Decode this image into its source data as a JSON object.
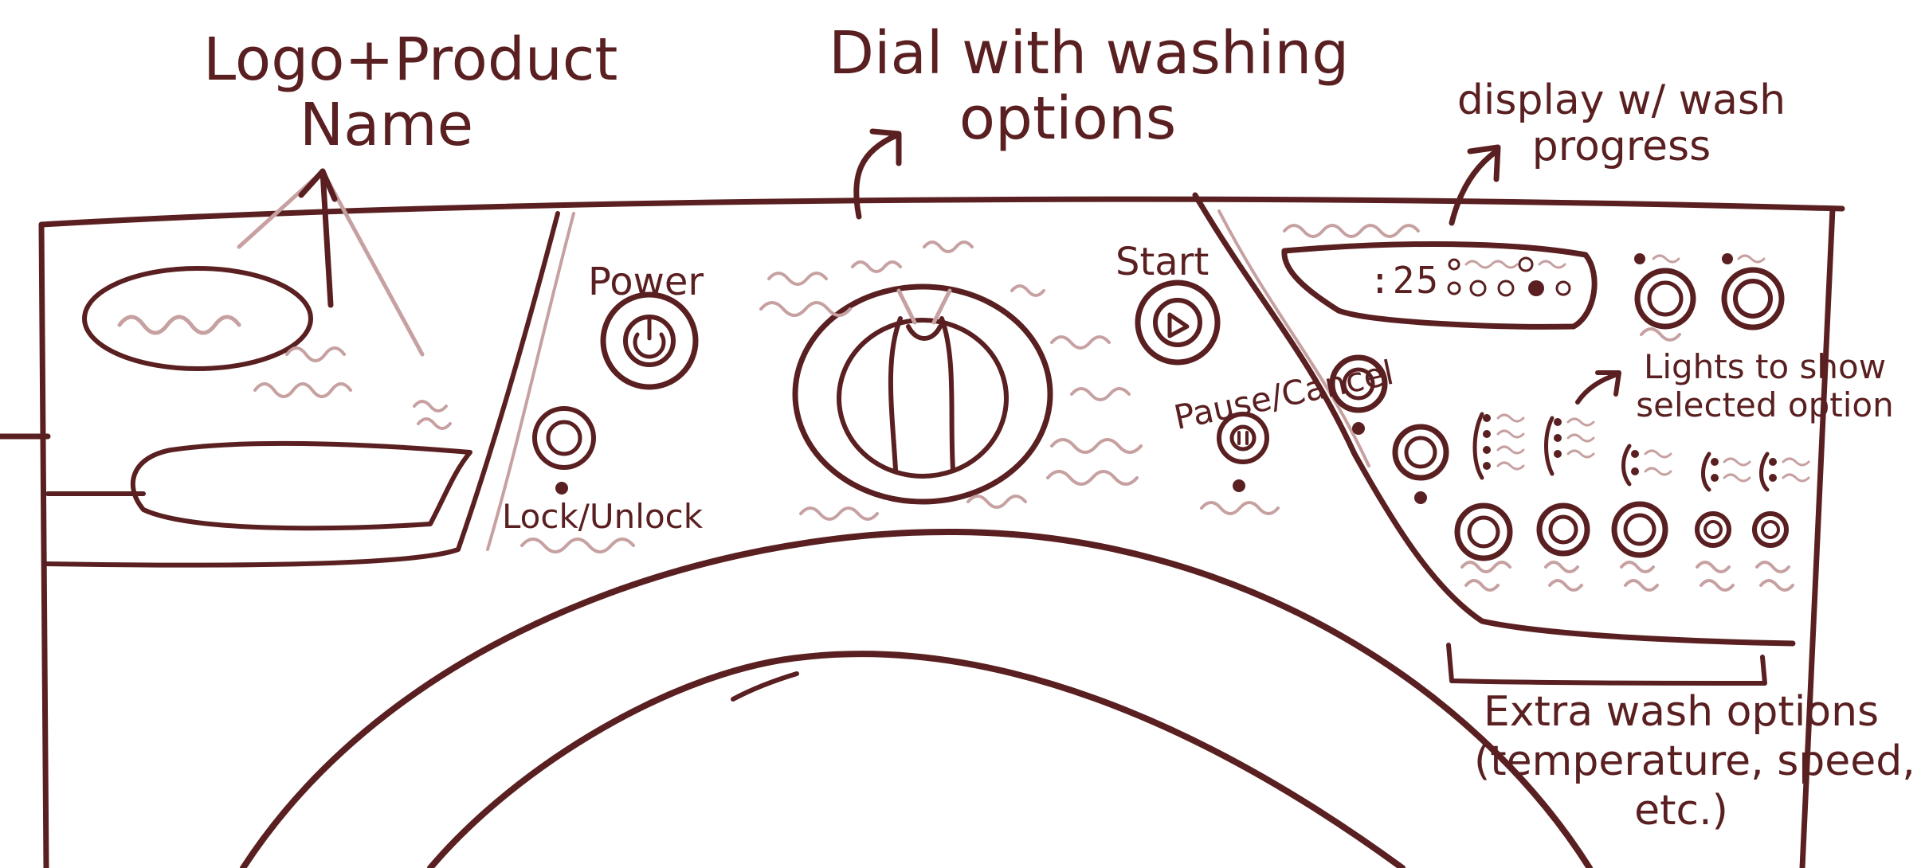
{
  "annotations": {
    "logo_title": [
      "Logo+Product",
      "Name"
    ],
    "dial_title": [
      "Dial with washing",
      "options"
    ],
    "display_title": [
      "display w/ wash",
      "progress"
    ],
    "lights_title": [
      "Lights to show",
      "selected option"
    ],
    "extra_title": [
      "Extra wash options",
      "(temperature, speed,",
      "etc.)"
    ]
  },
  "controls": {
    "power_label": "Power",
    "start_label": "Start",
    "pause_label": "Pause/Cancel",
    "lock_label": "Lock/Unlock",
    "display_time": ":25"
  },
  "colors": {
    "ink": "#5a1f20",
    "ink_light": "#c7a1a1"
  },
  "icons": {
    "power": "power-icon",
    "start": "play-icon",
    "pause": "pause-icon"
  }
}
